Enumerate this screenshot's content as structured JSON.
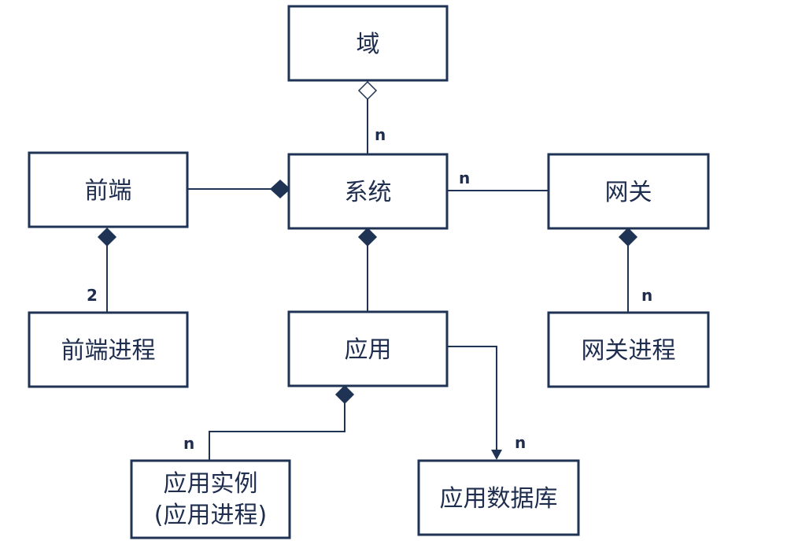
{
  "nodes": {
    "domain": "域",
    "frontend": "前端",
    "system": "系统",
    "gateway": "网关",
    "frontend_process": "前端进程",
    "application": "应用",
    "gateway_process": "网关进程",
    "app_instance_line1": "应用实例",
    "app_instance_line2": "(应用进程)",
    "app_database": "应用数据库"
  },
  "multiplicities": {
    "domain_system": "n",
    "system_gateway": "n",
    "frontend_process": "2",
    "gateway_process": "n",
    "app_instance": "n",
    "app_database": "n"
  },
  "colors": {
    "stroke": "#1f3354",
    "text": "#1f2d4e"
  }
}
